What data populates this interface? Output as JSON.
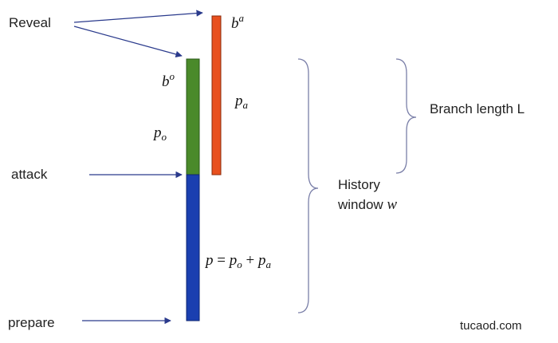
{
  "labels": {
    "reveal": "Reveal",
    "attack": "attack",
    "prepare": "prepare",
    "branch_length": "Branch length L",
    "history_line1": "History",
    "history_line2_prefix": "window ",
    "history_line2_var": "w",
    "watermark": "tucaod.com"
  },
  "math": {
    "b": "b",
    "b_a_sup": "a",
    "b_o_sup": "o",
    "p": "p",
    "sub_a": "a",
    "sub_o": "o",
    "equals": " = ",
    "plus": " + "
  },
  "colors": {
    "orange_bar": "#e8501e",
    "green_bar": "#4a8a2a",
    "blue_bar": "#1a3fb0",
    "arrow": "#2a3a8c",
    "brace": "#7a7fa8"
  }
}
